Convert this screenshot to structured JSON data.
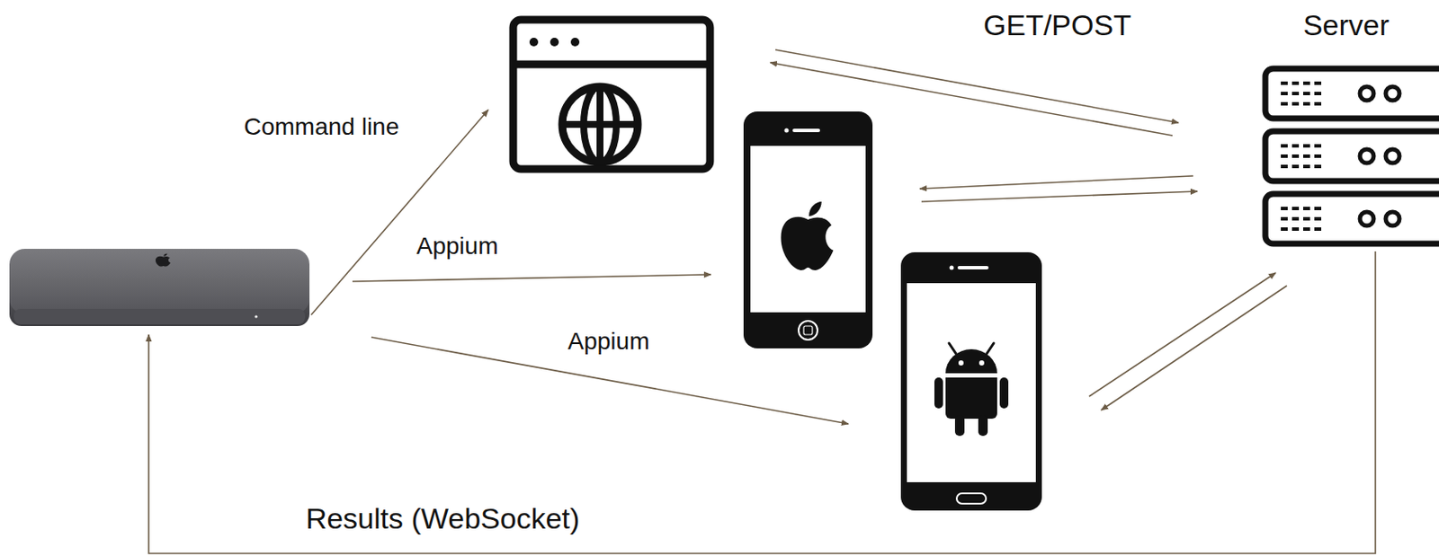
{
  "diagram": {
    "nodes": [
      {
        "text": [
          "Server"
        ]
      }
    ],
    "labels": [
      "GET/POST",
      "Command line",
      "Appium",
      "Appium",
      "Results (WebSocket)"
    ]
  }
}
